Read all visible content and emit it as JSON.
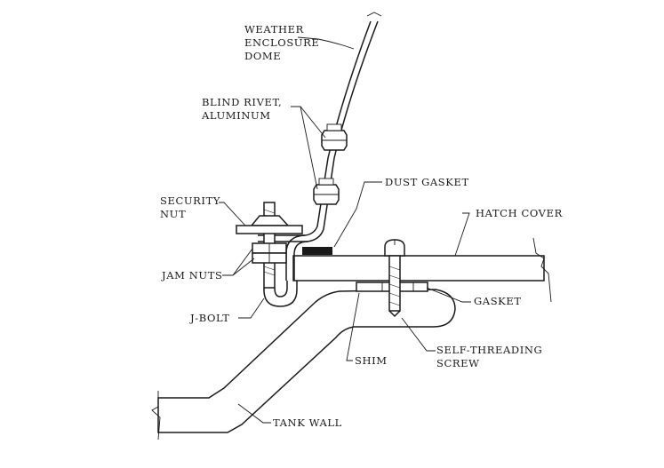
{
  "labels": {
    "weather_enclosure_dome": [
      "WEATHER",
      "ENCLOSURE",
      "DOME"
    ],
    "blind_rivet": [
      "BLIND RIVET,",
      "ALUMINUM"
    ],
    "dust_gasket": "DUST GASKET",
    "security_nut": [
      "SECURITY",
      "NUT"
    ],
    "hatch_cover": "HATCH COVER",
    "jam_nuts": "JAM NUTS",
    "gasket": "GASKET",
    "j_bolt": "J-BOLT",
    "self_threading_screw": [
      "SELF-THREADING",
      "SCREW"
    ],
    "shim": "SHIM",
    "tank_wall": "TANK WALL"
  },
  "colors": {
    "ink": "#1a1a1a",
    "paper": "#ffffff"
  }
}
